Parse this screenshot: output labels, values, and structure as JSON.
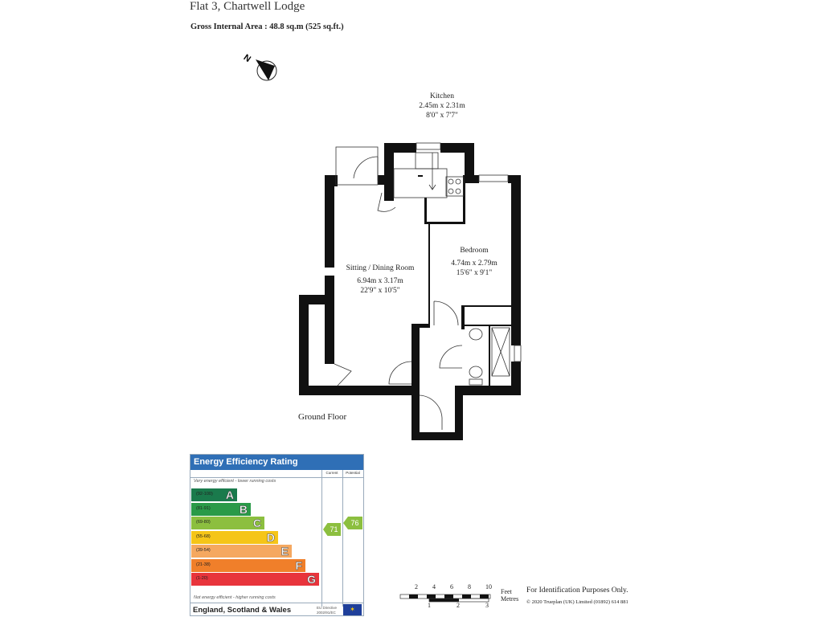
{
  "header": {
    "title": "Flat 3, Chartwell Lodge",
    "gross_area": "Gross Internal Area  :  48.8 sq.m   (525 sq.ft.)",
    "compass_letter": "N"
  },
  "rooms": {
    "kitchen": {
      "name": "Kitchen",
      "metric": "2.45m  x  2.31m",
      "imperial": "8'0\"  x  7'7\""
    },
    "sitting": {
      "name": "Sitting / Dining Room",
      "metric": "6.94m  x  3.17m",
      "imperial": "22'9\"  x  10'5\""
    },
    "bedroom": {
      "name": "Bedroom",
      "metric": "4.74m  x  2.79m",
      "imperial": "15'6\"  x  9'1\""
    }
  },
  "floor_label": "Ground Floor",
  "epc": {
    "title": "Energy Efficiency Rating",
    "col_current": "Current",
    "col_potential": "Potential",
    "top_note": "Very energy efficient - lower running costs",
    "bottom_note": "Not energy efficient - higher running costs",
    "bands": [
      {
        "range": "(92-100)",
        "letter": "A",
        "color": "#1a7a4c"
      },
      {
        "range": "(81-91)",
        "letter": "B",
        "color": "#2a9a48"
      },
      {
        "range": "(69-80)",
        "letter": "C",
        "color": "#8cbf3f"
      },
      {
        "range": "(55-68)",
        "letter": "D",
        "color": "#f5c518"
      },
      {
        "range": "(39-54)",
        "letter": "E",
        "color": "#f5a860"
      },
      {
        "range": "(21-38)",
        "letter": "F",
        "color": "#f07f2a"
      },
      {
        "range": "(1-20)",
        "letter": "G",
        "color": "#e8343c"
      }
    ],
    "current": "71",
    "potential": "76",
    "region": "England, Scotland & Wales",
    "eu_directive": "EU Directive",
    "eu_code": "2002/91/EC"
  },
  "scale": {
    "feet_ticks": [
      "2",
      "4",
      "6",
      "8",
      "10"
    ],
    "metre_ticks": [
      "1",
      "2",
      "3"
    ],
    "feet_label": "Feet",
    "metres_label": "Metres"
  },
  "disclaimer": "For Identification Purposes Only.",
  "copyright": "© 2020 Trueplan (UK) Limited  (01892) 614 881"
}
